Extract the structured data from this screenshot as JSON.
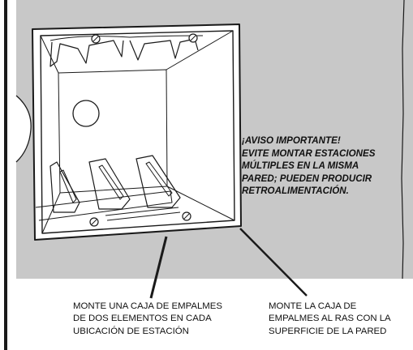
{
  "warning": {
    "lines": [
      "¡AVISO IMPORTANTE!",
      "EVITE MONTAR ESTACIONES",
      "MÚLTIPLES EN LA MISMA",
      "PARED; PUEDEN PRODUCIR",
      "RETROALIMENTACIÓN."
    ]
  },
  "captions": {
    "left": [
      "MONTE UNA CAJA DE EMPALMES",
      "DE DOS ELEMENTOS EN CADA",
      "UBICACIÓN DE ESTACIÓN"
    ],
    "right": [
      "MONTE LA CAJA DE",
      "EMPALMES AL RAS CON LA",
      "SUPERFICIE DE LA PARED"
    ]
  },
  "colors": {
    "wall": "#c8c8c8",
    "box": "#ffffff",
    "stroke": "#1a1a1a"
  }
}
